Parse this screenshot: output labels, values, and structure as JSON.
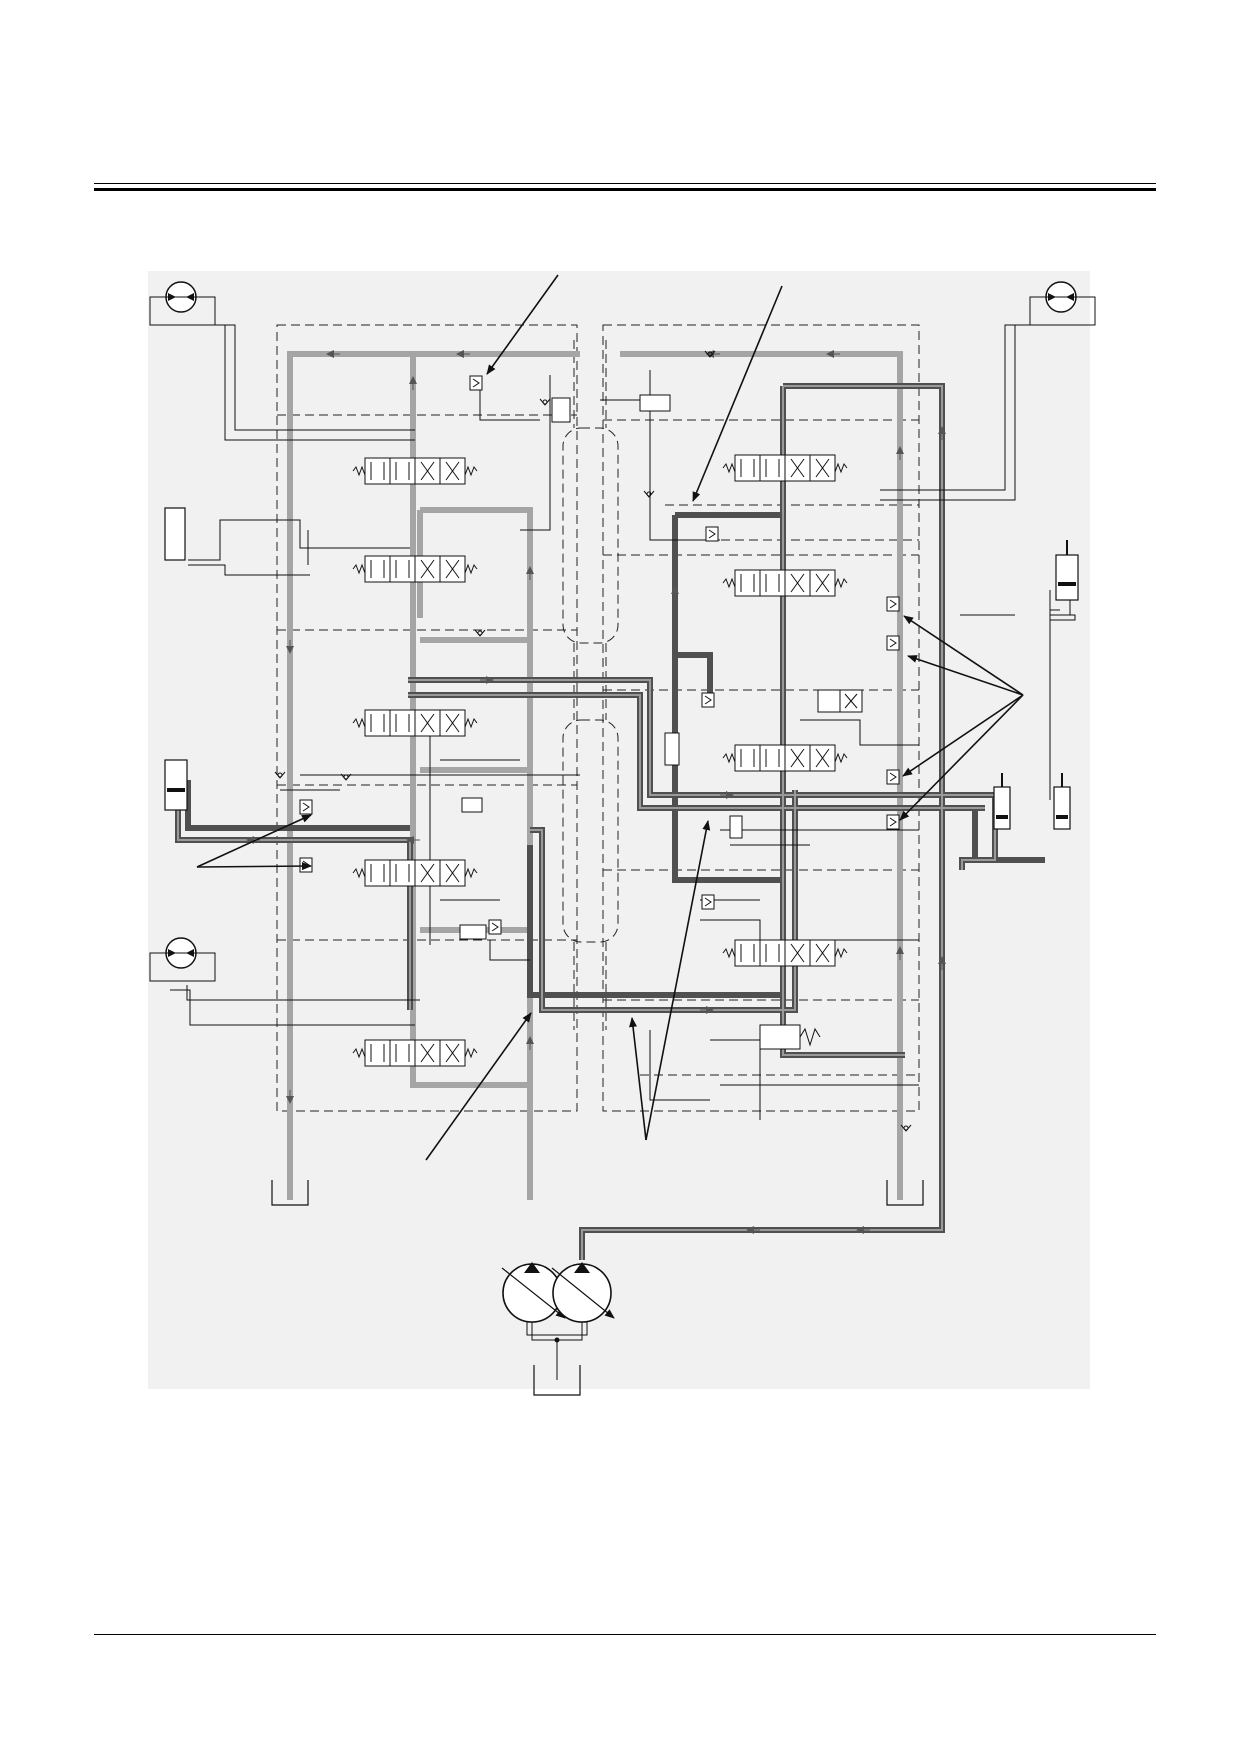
{
  "page": {
    "header_rule": true,
    "footer_rule": true
  },
  "diagram": {
    "kind": "hydraulic-schematic",
    "components": [
      "hydraulic-motor",
      "hydraulic-motor",
      "hydraulic-motor",
      "hydraulic-cylinder",
      "hydraulic-cylinder",
      "hydraulic-cylinder",
      "hydraulic-cylinder",
      "hydraulic-cylinder",
      "directional-control-valve",
      "relief-valve",
      "check-valve",
      "variable-displacement-pump",
      "variable-displacement-pump",
      "tank",
      "tank",
      "tank"
    ],
    "leader_count": 9,
    "text_labels": []
  },
  "colors": {
    "background": "#ffffff",
    "panel": "#f1f1f1",
    "line": "#111111",
    "return_line": "#9a9a9a",
    "pressure_line": "#505050",
    "dashed": "#222222"
  }
}
